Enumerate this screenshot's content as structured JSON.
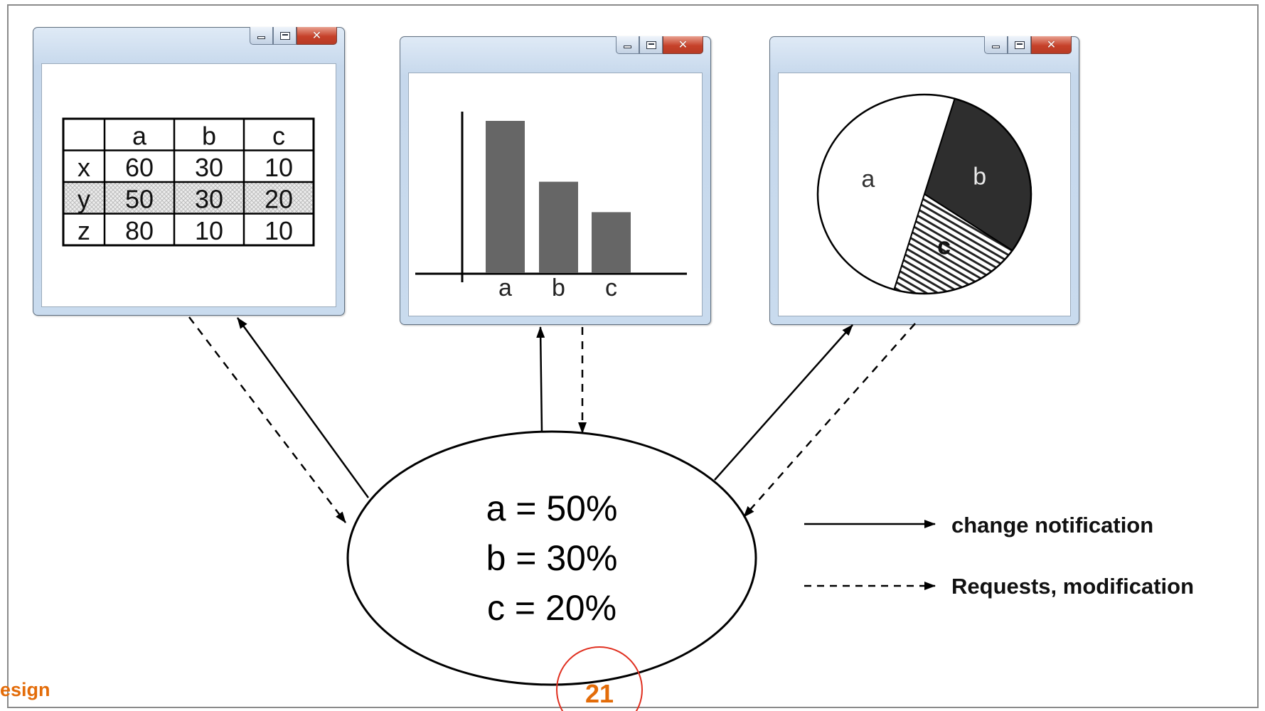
{
  "table_view": {
    "headers": [
      "",
      "a",
      "b",
      "c"
    ],
    "rows": [
      {
        "label": "x",
        "values": [
          "60",
          "30",
          "10"
        ]
      },
      {
        "label": "y",
        "values": [
          "50",
          "30",
          "20"
        ]
      },
      {
        "label": "z",
        "values": [
          "80",
          "10",
          "10"
        ]
      }
    ]
  },
  "bar_view": {
    "type": "bar",
    "categories": [
      "a",
      "b",
      "c"
    ],
    "values": [
      50,
      30,
      20
    ],
    "bar_color": "#666666"
  },
  "pie_view": {
    "type": "pie",
    "slices": [
      {
        "label": "a",
        "value": 50
      },
      {
        "label": "b",
        "value": 30
      },
      {
        "label": "c",
        "value": 20
      }
    ]
  },
  "model": {
    "lines": [
      "a = 50%",
      "b = 30%",
      "c = 20%"
    ]
  },
  "legend": {
    "solid_label": "change notification",
    "dashed_label": "Requests, modification"
  },
  "footer": {
    "left_text": "esign",
    "page_number": "21"
  },
  "colors": {
    "accent": "#e36c09",
    "page_circle": "#e03020",
    "close_button": "#c6412a"
  }
}
